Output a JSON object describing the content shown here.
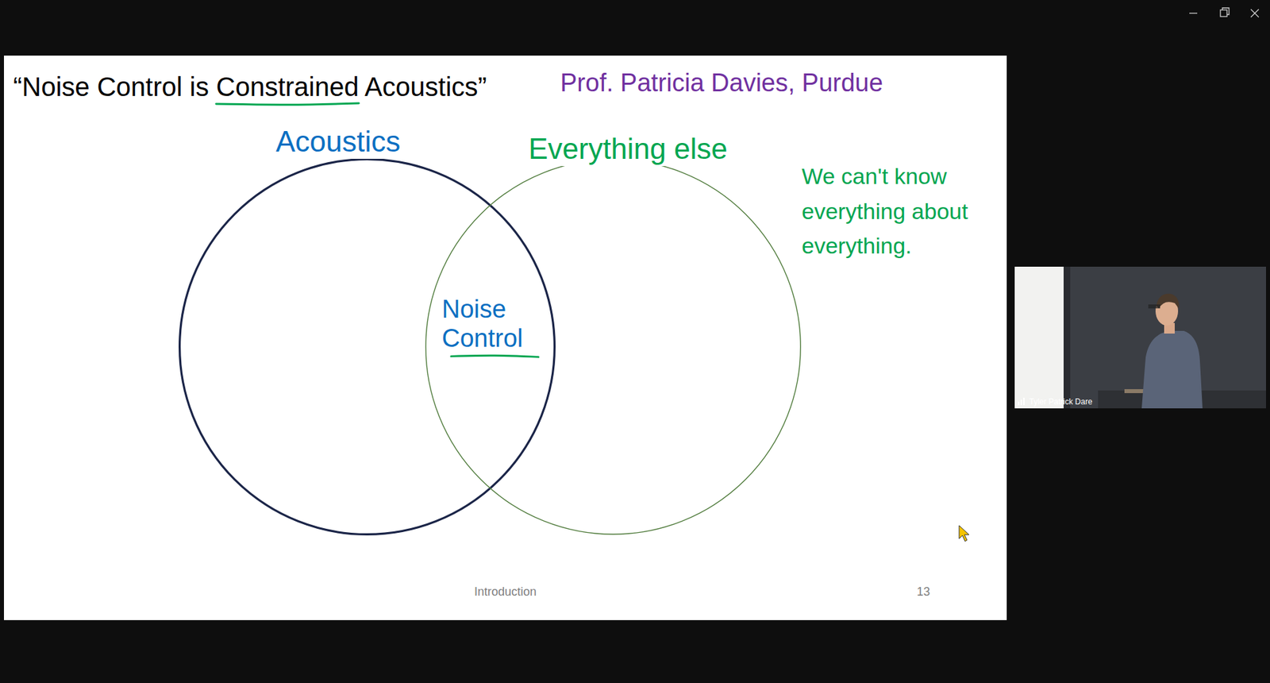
{
  "diagram": {
    "title": "“Noise Control is Constrained Acoustics”",
    "nodes": [
      {
        "text": [
          "Acoustics"
        ]
      },
      {
        "text": [
          "Everything else"
        ]
      }
    ],
    "labels": [
      "Prof. Patricia Davies, Purdue",
      "Noise Control",
      "We can't know everything about everything.",
      "Introduction",
      "13",
      "Tyler Patrick Dare"
    ]
  }
}
